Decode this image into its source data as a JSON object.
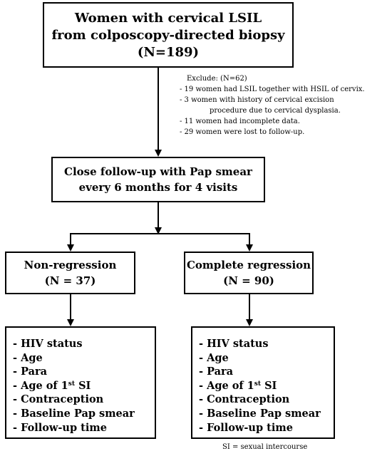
{
  "top_box": {
    "line1": "Women with cervical LSIL",
    "line2": "from colposcopy-directed biopsy",
    "line3": "(N=189)"
  },
  "exclusion": {
    "title": "Exclude: (N=62)",
    "items": [
      "- 19 women had LSIL together with HSIL of cervix.",
      "- 3 women with history of cervical excision",
      "procedure due to cervical dysplasia.",
      "- 11 women had incomplete data.",
      "- 29 women were lost to follow-up."
    ]
  },
  "followup_box": {
    "line1": "Close follow-up with Pap smear",
    "line2": "every 6 months for 4 visits"
  },
  "non_regression": {
    "label": "Non-regression",
    "count": "(N = 37)"
  },
  "complete_regression": {
    "label": "Complete regression",
    "count": "(N = 90)"
  },
  "variables": {
    "items": [
      "- HIV status",
      "- Age",
      "- Para",
      "- Age of 1",
      "- Contraception",
      "- Baseline Pap smear",
      "- Follow-up time"
    ],
    "superscript": "st",
    "si_suffix": " SI"
  },
  "footnote": "SI = sexual intercourse"
}
